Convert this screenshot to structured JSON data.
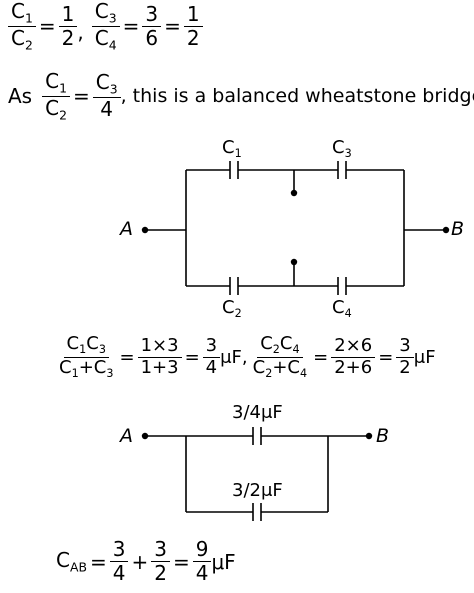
{
  "ratio_line": {
    "c1": "C",
    "c1_sub": "1",
    "c2": "C",
    "c2_sub": "2",
    "eq1": "=",
    "half_num": "1",
    "half_den": "2",
    "comma": ",",
    "c3": "C",
    "c3_sub": "3",
    "c4": "C",
    "c4_sub": "4",
    "eq2": "=",
    "n3": "3",
    "d6": "6",
    "eq3": "=",
    "n1": "1",
    "d2": "2"
  },
  "statement": {
    "as": "As",
    "c1": "C",
    "c1_sub": "1",
    "c2": "C",
    "c2_sub": "2",
    "eq": "=",
    "c3": "C",
    "c3_sub": "3",
    "four": "4",
    "text": ", this is a balanced wheatstone bridge."
  },
  "circuit1": {
    "label_c1": "C",
    "sub_c1": "1",
    "label_c3": "C",
    "sub_c3": "3",
    "label_c2": "C",
    "sub_c2": "2",
    "label_c4": "C",
    "sub_c4": "4",
    "node_a": "A",
    "node_b": "B"
  },
  "series_line": {
    "a_c": "C",
    "a_s1": "1",
    "a_c2": "C",
    "a_s3": "3",
    "a_dc1": "C",
    "a_ds1": "1",
    "a_plus": "+",
    "a_dc3": "C",
    "a_ds3": "3",
    "eq1": "=",
    "b_num": "1×3",
    "b_den": "1+3",
    "eq2": "=",
    "c_num": "3",
    "c_den": "4",
    "unit1": "μF,",
    "d_c": "C",
    "d_s2": "2",
    "d_c4": "C",
    "d_s4": "4",
    "d_dc2": "C",
    "d_ds2": "2",
    "d_plus": "+",
    "d_dc4": "C",
    "d_ds4": "4",
    "eq3": "=",
    "e_num": "2×6",
    "e_den": "2+6",
    "eq4": "=",
    "f_num": "3",
    "f_den": "2",
    "unit2": "μF"
  },
  "circuit2": {
    "top_label": "3/4μF",
    "bottom_label": "3/2μF",
    "node_a": "A",
    "node_b": "B"
  },
  "result_line": {
    "c": "C",
    "c_sub": "AB",
    "eq1": "=",
    "a_num": "3",
    "a_den": "4",
    "plus": "+",
    "b_num": "3",
    "b_den": "2",
    "eq2": "=",
    "r_num": "9",
    "r_den": "4",
    "unit": "μF"
  }
}
